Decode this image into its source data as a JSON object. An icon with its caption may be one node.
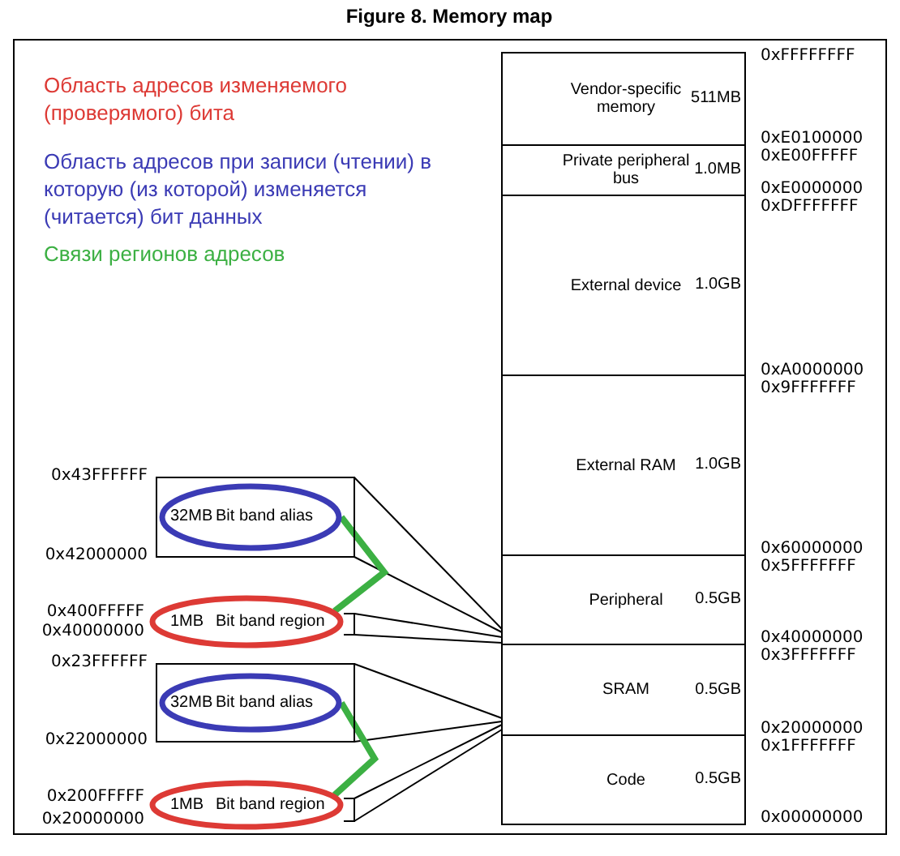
{
  "diagram": {
    "title": "Figure 8. Memory map",
    "nodes": [
      {
        "text": [
          "Vendor-specific memory",
          "511MB"
        ]
      },
      {
        "text": [
          "Private peripheral bus",
          "1.0MB"
        ]
      },
      {
        "text": [
          "External device",
          "1.0GB"
        ]
      },
      {
        "text": [
          "External RAM",
          "1.0GB"
        ]
      },
      {
        "text": [
          "Peripheral",
          "0.5GB"
        ]
      },
      {
        "text": [
          "SRAM",
          "0.5GB"
        ]
      },
      {
        "text": [
          "Code",
          "0.5GB"
        ]
      },
      {
        "text": [],
        "shape": "box"
      },
      {
        "text": [
          "32MB",
          "Bit band alias"
        ],
        "in": 7
      },
      {
        "text": [],
        "shape": "box"
      },
      {
        "text": [
          "1MB",
          "Bit band region"
        ]
      },
      {
        "text": [],
        "shape": "box"
      },
      {
        "text": [
          "32MB",
          "Bit band alias"
        ],
        "in": 11
      },
      {
        "text": [],
        "shape": "box"
      },
      {
        "text": [
          "1MB",
          "Bit band region"
        ]
      }
    ],
    "edges": [
      {
        "from": 7,
        "to": 4,
        "arrow": "none"
      },
      {
        "from": 7,
        "to": 4,
        "arrow": "none"
      },
      {
        "from": 9,
        "to": 4,
        "arrow": "none"
      },
      {
        "from": 9,
        "to": 4,
        "arrow": "none"
      },
      {
        "from": 11,
        "to": 5,
        "arrow": "none"
      },
      {
        "from": 11,
        "to": 5,
        "arrow": "none"
      },
      {
        "from": 13,
        "to": 5,
        "arrow": "none"
      },
      {
        "from": 13,
        "to": 5,
        "arrow": "none"
      },
      {
        "from": 8,
        "to": 10,
        "arrow": "none",
        "style": "thick",
        "color": "#3cb043"
      },
      {
        "from": 12,
        "to": 14,
        "arrow": "none",
        "style": "thick",
        "color": "#3cb043"
      }
    ],
    "labels": [
      "0xFFFFFFFF",
      "0xE0100000",
      "0xE00FFFFF",
      "0xE0000000",
      "0xDFFFFFFF",
      "0xA0000000",
      "0x9FFFFFFF",
      "0x60000000",
      "0x5FFFFFFF",
      "0x40000000",
      "0x3FFFFFFF",
      "0x20000000",
      "0x1FFFFFFF",
      "0x00000000",
      "0x43FFFFFF",
      "0x42000000",
      "0x400FFFFF",
      "0x40000000",
      "0x23FFFFFF",
      "0x22000000",
      "0x200FFFFF",
      "0x20000000"
    ],
    "legend": [
      {
        "text": "Область адресов изменяемого (проверямого) бита",
        "color": "#dd3a35"
      },
      {
        "text": "Область адресов при записи (чтении) в которую (из которой) изменяется (читается) бит данных",
        "color": "#3b3bb5"
      },
      {
        "text": "Связи регионов адресов",
        "color": "#3cb043"
      }
    ]
  }
}
